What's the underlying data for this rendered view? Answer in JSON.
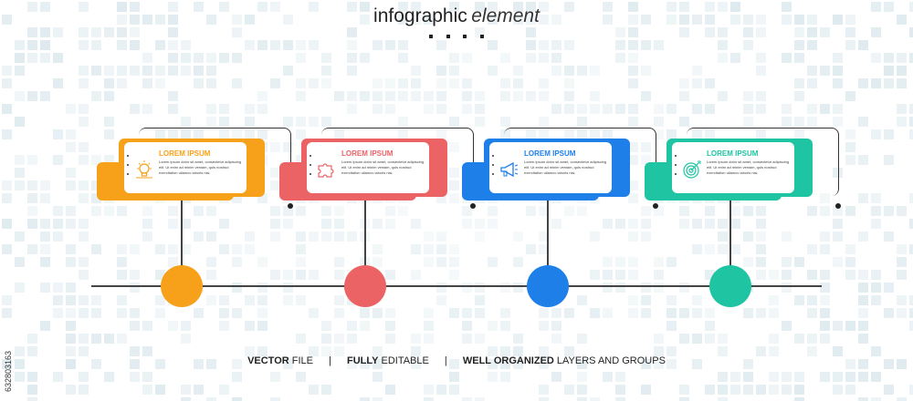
{
  "header": {
    "title_bold": "infographic",
    "title_italic": "element"
  },
  "steps": [
    {
      "heading": "LOREM IPSUM",
      "body": "Lorem ipsum dolor sit amet, consectetur adipiscing elit. Ut enim ad minim veniam, quis nostrud exercitation ullamco laboris nisi.",
      "color": "#F7A11A",
      "icon": "lightbulb-icon"
    },
    {
      "heading": "LOREM IPSUM",
      "body": "Lorem ipsum dolor sit amet, consectetur adipiscing elit. Ut enim ad minim veniam, quis nostrud exercitation ullamco laboris nisi.",
      "color": "#EC6366",
      "icon": "puzzle-icon"
    },
    {
      "heading": "LOREM IPSUM",
      "body": "Lorem ipsum dolor sit amet, consectetur adipiscing elit. Ut enim ad minim veniam, quis nostrud exercitation ullamco laboris nisi.",
      "color": "#1E7FE8",
      "icon": "megaphone-icon"
    },
    {
      "heading": "LOREM IPSUM",
      "body": "Lorem ipsum dolor sit amet, consectetur adipiscing elit. Ut enim ad minim veniam, quis nostrud exercitation ullamco laboris nisi.",
      "color": "#1FC4A2",
      "icon": "target-icon"
    }
  ],
  "footer": {
    "part1_bold": "VECTOR",
    "part1_rest": " FILE",
    "sep": "|",
    "part2_bold": "FULLY",
    "part2_rest": " EDITABLE",
    "part3_bold": "WELL ORGANIZED",
    "part3_rest": " LAYERS AND GROUPS"
  },
  "stock_id": "632803163",
  "colors": {
    "pattern": "#D4E4EA",
    "line": "#444444"
  }
}
